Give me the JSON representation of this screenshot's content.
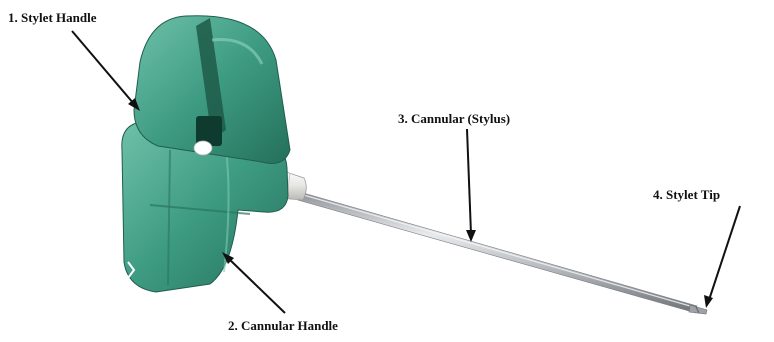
{
  "labels": {
    "stylet_handle": "1. Stylet Handle",
    "cannular_handle": "2. Cannular Handle",
    "cannular_stylus": "3. Cannular (Stylus)",
    "stylet_tip": "4. Stylet Tip"
  },
  "colors": {
    "handle_green": "#3d9b82",
    "handle_dark": "#27705b",
    "handle_light": "#63b79f",
    "shaft_steel": "#b8bcc0",
    "arrow": "#111111",
    "background": "#ffffff"
  }
}
